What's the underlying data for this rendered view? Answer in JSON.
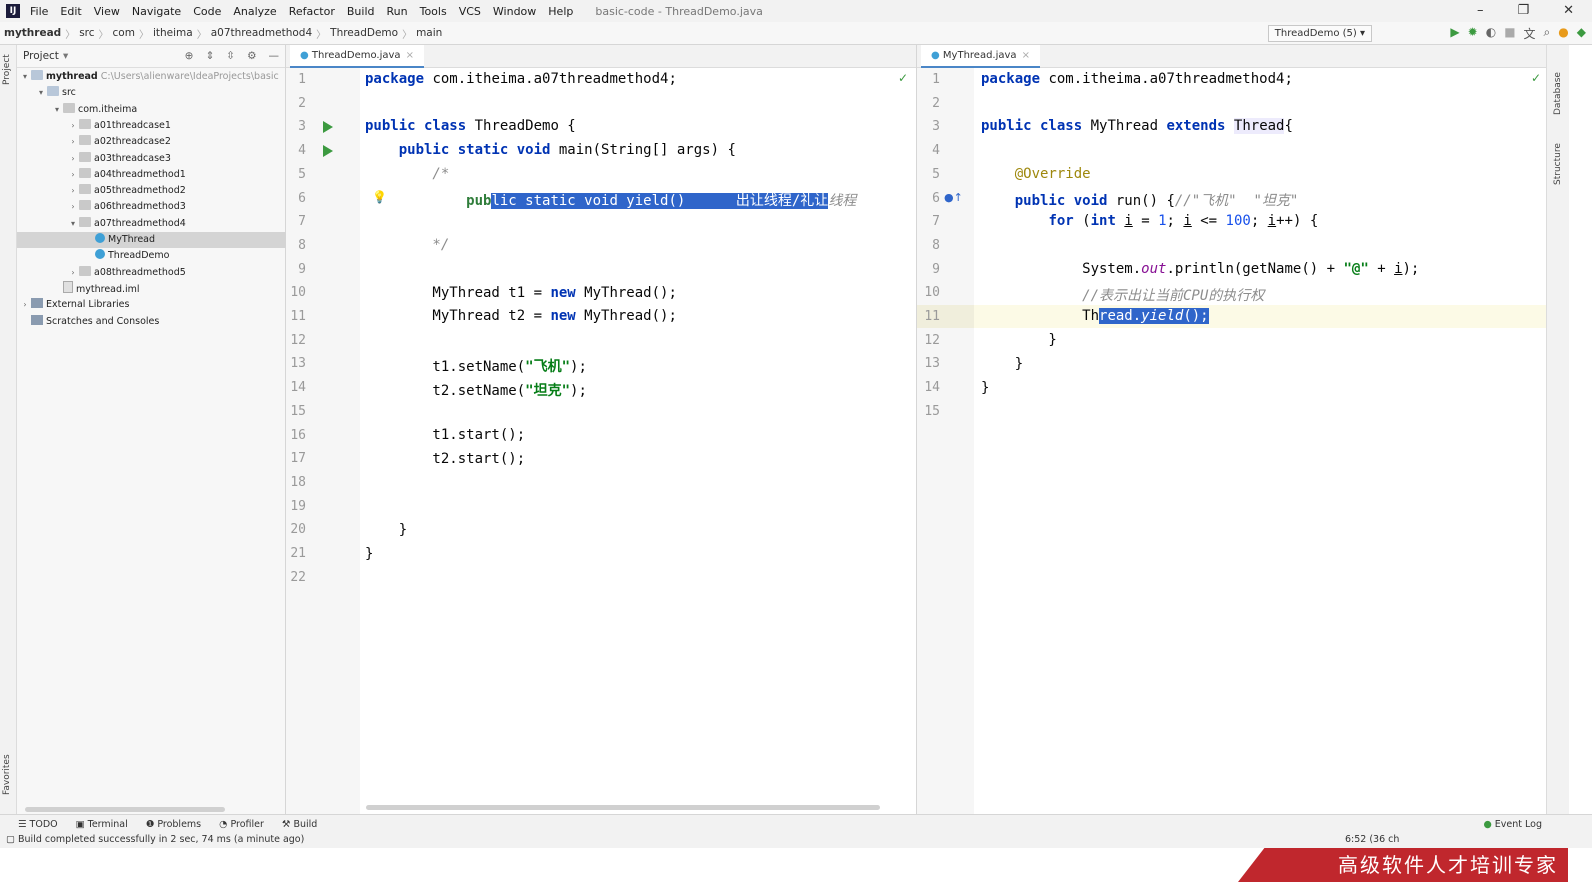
{
  "menubar": {
    "items": [
      "File",
      "Edit",
      "View",
      "Navigate",
      "Code",
      "Analyze",
      "Refactor",
      "Build",
      "Run",
      "Tools",
      "VCS",
      "Window",
      "Help"
    ],
    "window_title": "basic-code - ThreadDemo.java"
  },
  "navbar": {
    "crumbs": [
      "mythread",
      "src",
      "com",
      "itheima",
      "a07threadmethod4",
      "ThreadDemo",
      "main"
    ],
    "run_config": "ThreadDemo (5)"
  },
  "project": {
    "title": "Project",
    "tree": [
      {
        "label": "mythread",
        "extra": "C:\\Users\\alienware\\IdeaProjects\\basic",
        "icon": "folder",
        "depth": 0,
        "arrow": "open"
      },
      {
        "label": "src",
        "icon": "folder",
        "depth": 1,
        "arrow": "open"
      },
      {
        "label": "com.itheima",
        "icon": "pkg",
        "depth": 2,
        "arrow": "open"
      },
      {
        "label": "a01threadcase1",
        "icon": "pkg",
        "depth": 3,
        "arrow": "closed"
      },
      {
        "label": "a02threadcase2",
        "icon": "pkg",
        "depth": 3,
        "arrow": "closed"
      },
      {
        "label": "a03threadcase3",
        "icon": "pkg",
        "depth": 3,
        "arrow": "closed"
      },
      {
        "label": "a04threadmethod1",
        "icon": "pkg",
        "depth": 3,
        "arrow": "closed"
      },
      {
        "label": "a05threadmethod2",
        "icon": "pkg",
        "depth": 3,
        "arrow": "closed"
      },
      {
        "label": "a06threadmethod3",
        "icon": "pkg",
        "depth": 3,
        "arrow": "closed"
      },
      {
        "label": "a07threadmethod4",
        "icon": "pkg",
        "depth": 3,
        "arrow": "open"
      },
      {
        "label": "MyThread",
        "icon": "cls",
        "depth": 4,
        "arrow": "",
        "selected": true
      },
      {
        "label": "ThreadDemo",
        "icon": "cls",
        "depth": 4,
        "arrow": ""
      },
      {
        "label": "a08threadmethod5",
        "icon": "pkg",
        "depth": 3,
        "arrow": "closed"
      },
      {
        "label": "mythread.iml",
        "icon": "file",
        "depth": 2,
        "arrow": ""
      },
      {
        "label": "External Libraries",
        "icon": "lib",
        "depth": 0,
        "arrow": "closed"
      },
      {
        "label": "Scratches and Consoles",
        "icon": "lib",
        "depth": 0,
        "arrow": ""
      }
    ]
  },
  "left_editor": {
    "tab": "ThreadDemo.java",
    "lines": [
      "1",
      "2",
      "3",
      "4",
      "5",
      "6",
      "7",
      "8",
      "9",
      "10",
      "11",
      "12",
      "13",
      "14",
      "15",
      "16",
      "17",
      "18",
      "19",
      "20",
      "21",
      "22"
    ]
  },
  "right_editor": {
    "tab": "MyThread.java",
    "lines": [
      "1",
      "2",
      "3",
      "4",
      "5",
      "6",
      "7",
      "8",
      "9",
      "10",
      "11",
      "12",
      "13",
      "14",
      "15"
    ]
  },
  "bottom": {
    "tabs": [
      "TODO",
      "Terminal",
      "Problems",
      "Profiler",
      "Build"
    ],
    "event_log": "Event Log",
    "status": "Build completed successfully in 2 sec, 74 ms (a minute ago)",
    "position": "6:52 (36 ch"
  },
  "side_labels": {
    "project": "Project",
    "favorites": "Favorites",
    "database": "Database",
    "structure": "Structure"
  },
  "watermark": "高级软件人才培训专家"
}
